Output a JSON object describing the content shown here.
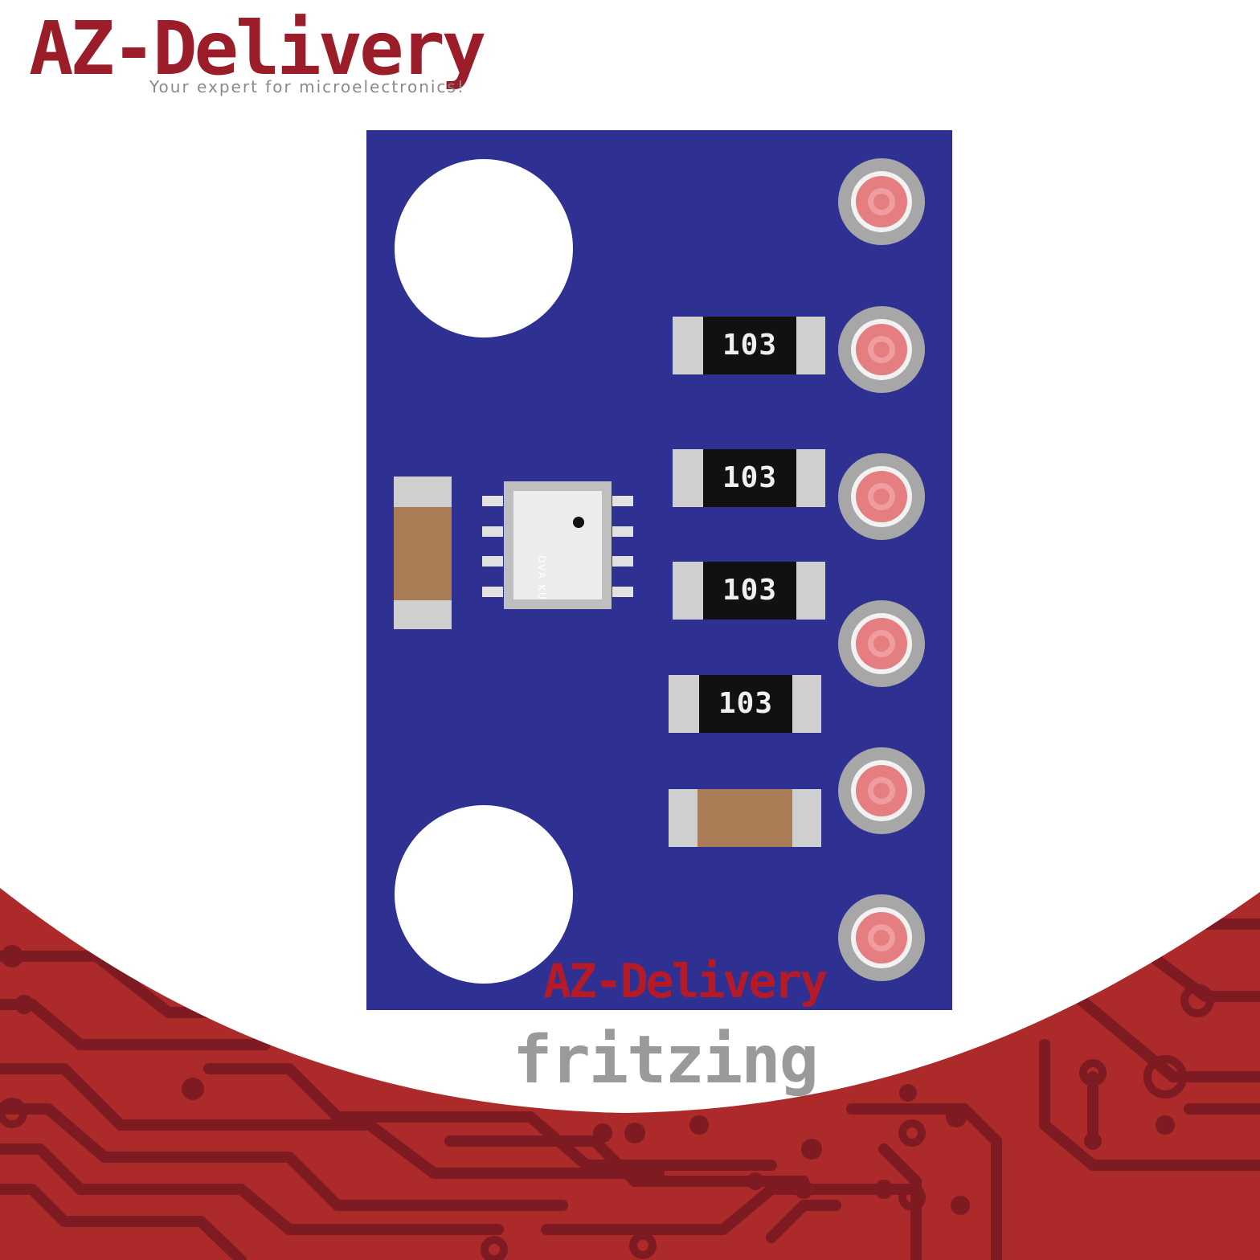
{
  "logo": {
    "brand": "AZ-Delivery",
    "tagline": "Your expert for microelectronics!"
  },
  "board": {
    "resistor_code": "103",
    "ic_marking": "DVA KU",
    "silkscreen_logo": "AZ-Delivery"
  },
  "footer": {
    "tool_name": "fritzing"
  },
  "colors": {
    "brand_red": "#9b1d2a",
    "pcb_blue": "#2f3192",
    "band_red": "#ad2a2a",
    "trace_red": "#7e1a22",
    "pad_pink": "#e57e80"
  }
}
